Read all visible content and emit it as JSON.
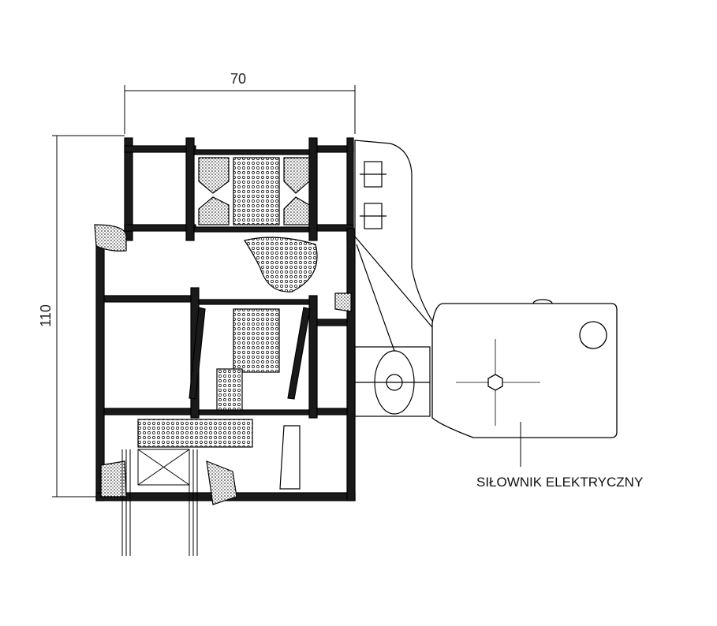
{
  "dimensions": {
    "width_label": "70",
    "height_label": "110"
  },
  "callout": {
    "label": "SIŁOWNIK ELEKTRYCZNY"
  },
  "colors": {
    "line": "#000000",
    "profile": "#1a1a1a",
    "insulation": "#ffffff",
    "paper": "#ffffff"
  }
}
